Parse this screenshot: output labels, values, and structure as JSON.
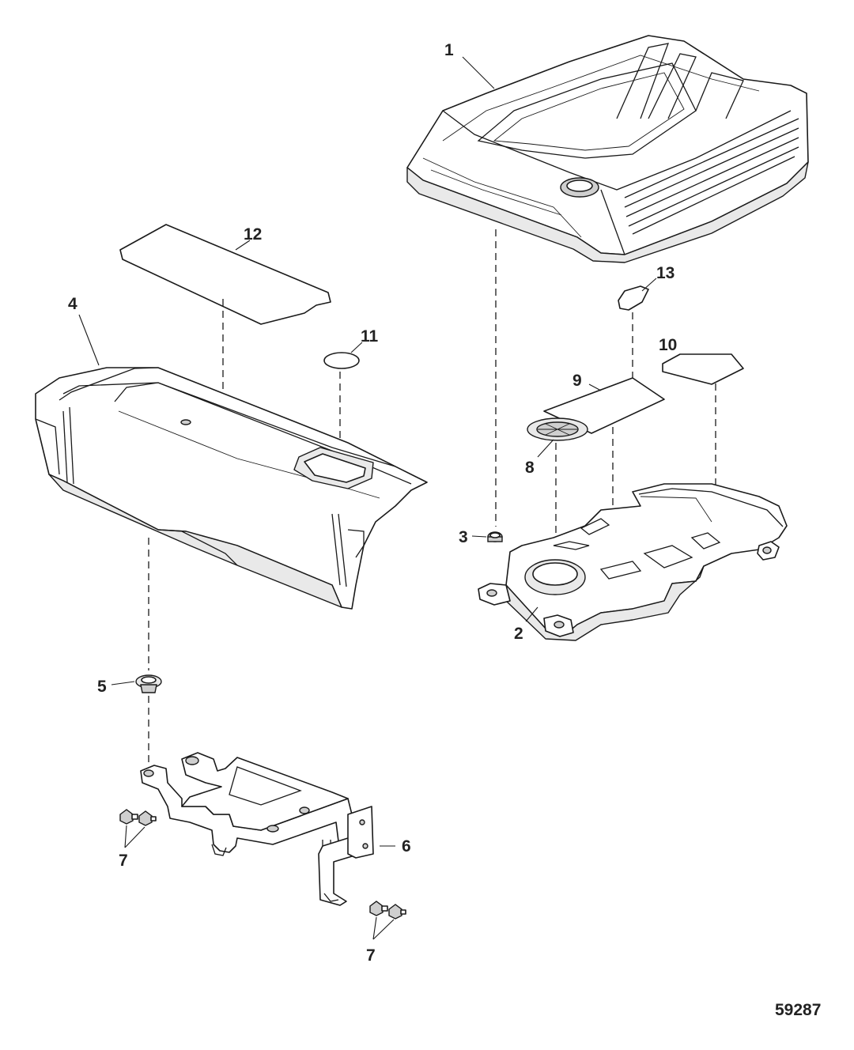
{
  "diagram": {
    "callouts": {
      "c1": "1",
      "c2": "2",
      "c3": "3",
      "c4": "4",
      "c5": "5",
      "c6": "6",
      "c7a": "7",
      "c7b": "7",
      "c8": "8",
      "c9": "9",
      "c10": "10",
      "c11": "11",
      "c12": "12",
      "c13": "13"
    },
    "figure_id": "59287"
  }
}
